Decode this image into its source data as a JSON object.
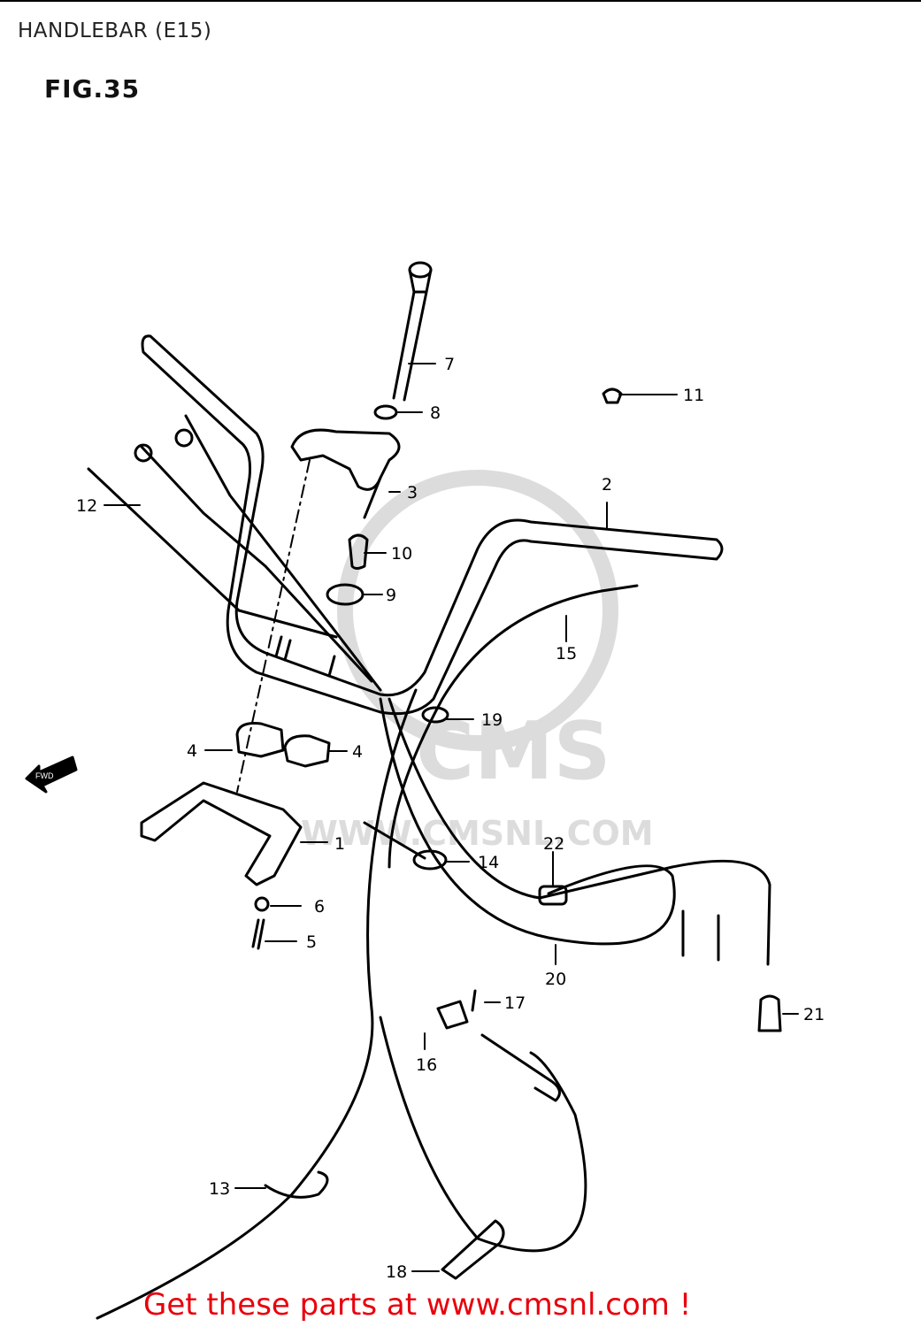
{
  "title": "HANDLEBAR (E15)",
  "figure": "FIG.35",
  "watermark": {
    "brand": "CMS",
    "site": "WWW.CMSNL.COM"
  },
  "fwd_label": "FWD",
  "callouts": [
    "1",
    "2",
    "3",
    "4",
    "4",
    "5",
    "6",
    "7",
    "8",
    "9",
    "10",
    "11",
    "12",
    "13",
    "14",
    "15",
    "16",
    "17",
    "18",
    "19",
    "20",
    "21",
    "22"
  ],
  "footer": "Get these parts at www.cmsnl.com !",
  "colors": {
    "ink": "#000000",
    "footer": "#e8000b",
    "watermark": "#d9d9d9"
  }
}
